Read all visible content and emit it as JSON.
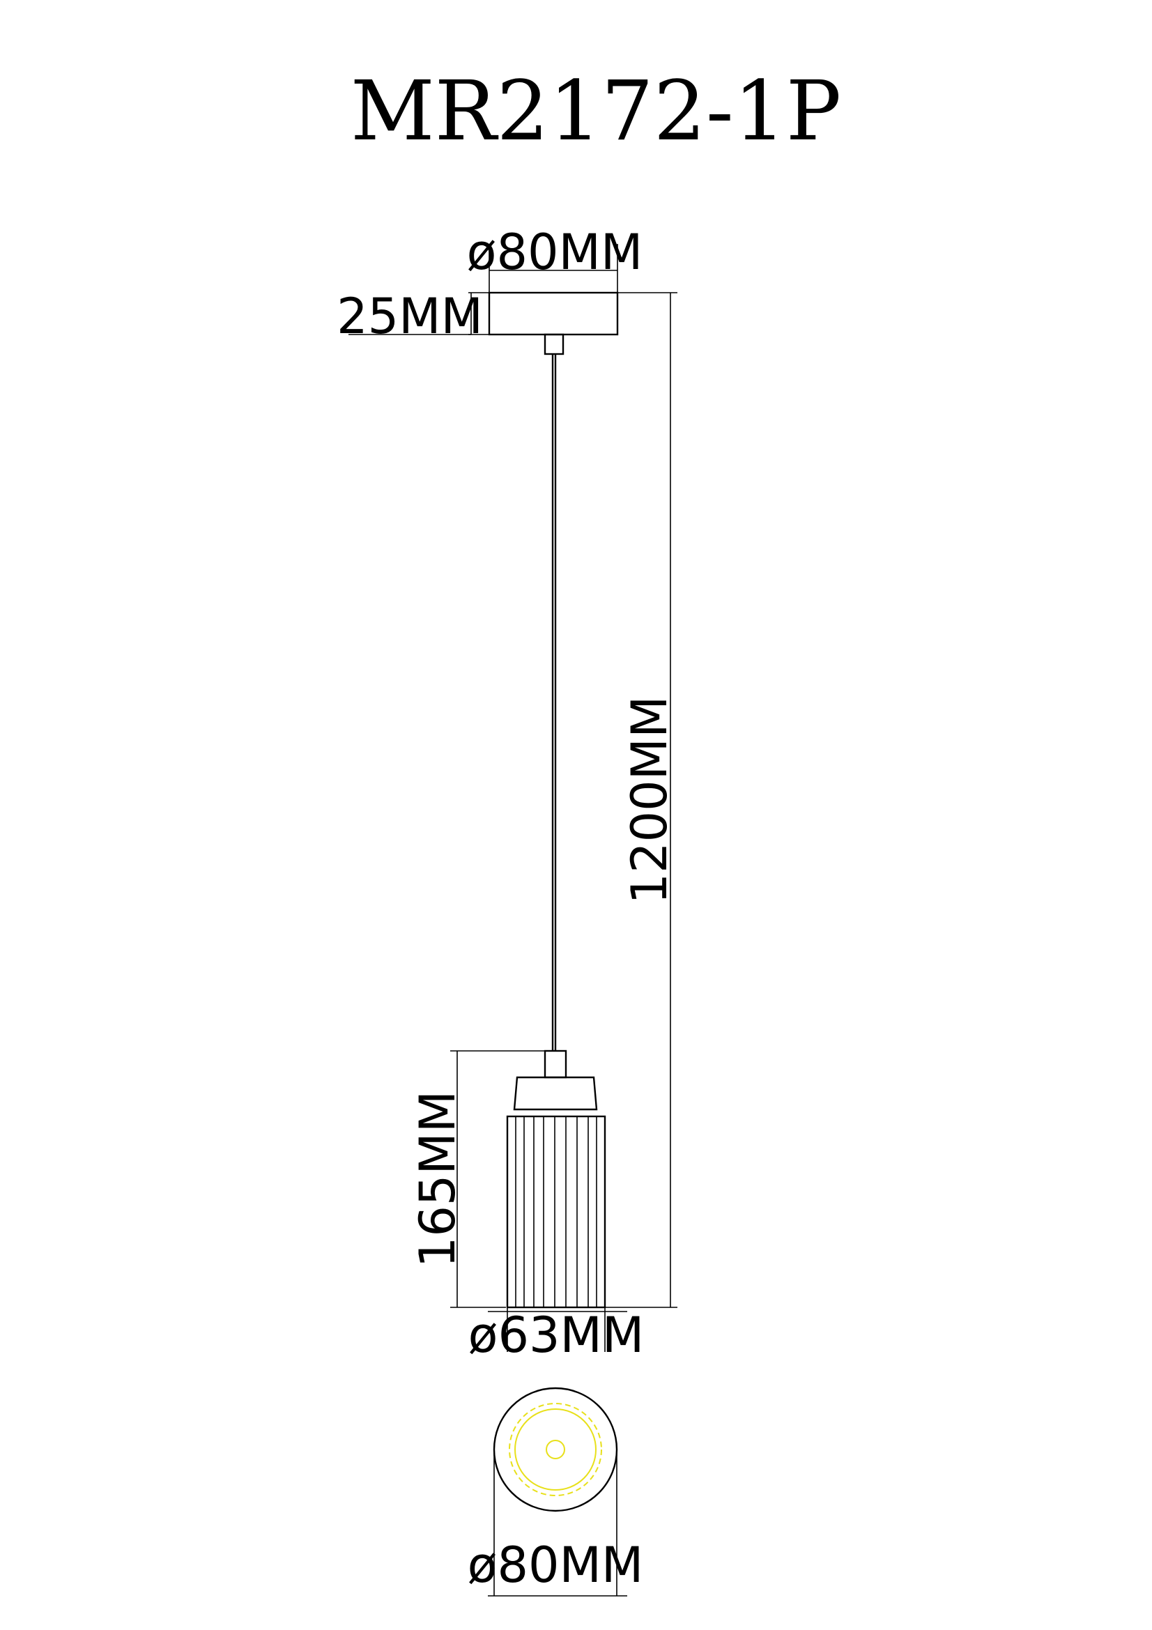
{
  "title": "MR2172-1P",
  "dimensions": {
    "canopy_diameter": "ø80MM",
    "canopy_height": "25MM",
    "total_height": "1200MM",
    "shade_height": "165MM",
    "shade_diameter": "ø63MM",
    "bottom_diameter": "ø80MM"
  },
  "colors": {
    "line": "#000000",
    "highlight": "#e8e01a",
    "background": "#ffffff"
  }
}
